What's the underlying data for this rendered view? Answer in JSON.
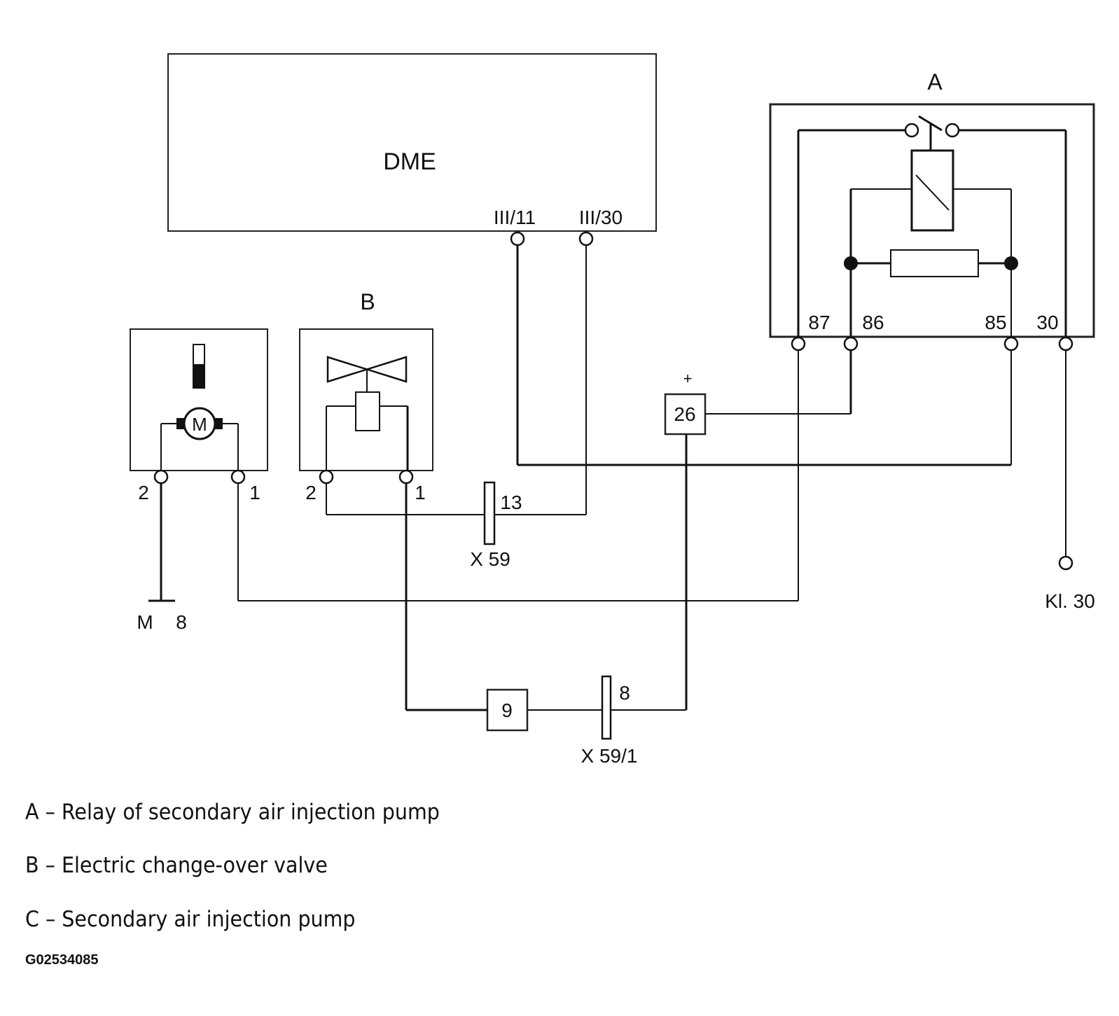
{
  "components": {
    "dme": {
      "label": "DME",
      "pin_a": "III/11",
      "pin_b": "III/30"
    },
    "relay": {
      "label": "A",
      "pin_87": "87",
      "pin_86": "86",
      "pin_85": "85",
      "pin_30": "30"
    },
    "valve": {
      "label": "B",
      "pin_2": "2",
      "pin_1": "1"
    },
    "pump": {
      "motor_letter": "M",
      "pin_2": "2",
      "pin_1": "1"
    },
    "fuse": {
      "number": "26",
      "polarity": "+"
    },
    "box9": {
      "number": "9"
    },
    "connector_x59": {
      "name": "X 59",
      "pin": "13"
    },
    "connector_x591": {
      "name": "X 59/1",
      "pin": "8"
    },
    "ground": {
      "label": "M",
      "number": "8"
    },
    "kl30": {
      "label": "Kl. 30"
    }
  },
  "legend": [
    "A – Relay of secondary air injection pump",
    "B – Electric change-over valve",
    "C – Secondary air injection pump"
  ],
  "figure_code": "G02534085"
}
